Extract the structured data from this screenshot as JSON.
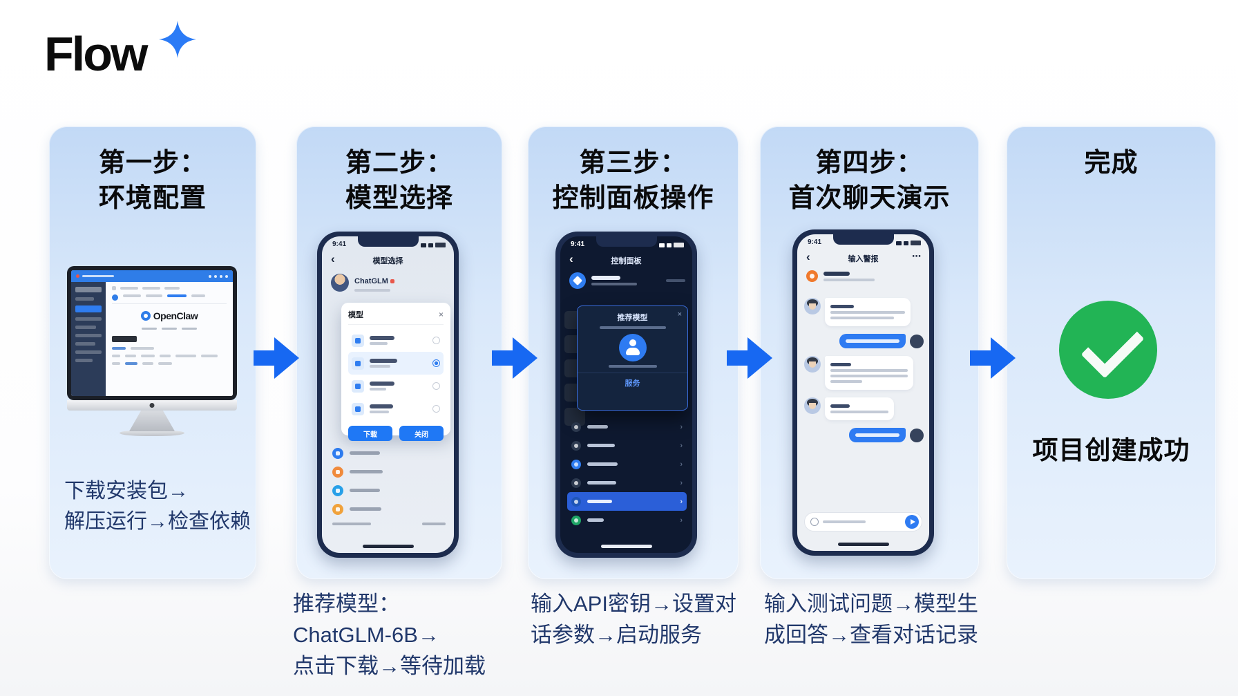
{
  "logo": {
    "text": "Flow"
  },
  "colors": {
    "accent_blue": "#1768f2",
    "button_blue": "#1f78f5",
    "bubble_blue": "#2e7bf2",
    "success_green": "#22b455",
    "card_gradient_top": "#c2d9f6",
    "card_gradient_bottom": "#e9f2fd",
    "phone_frame_navy": "#1d2c4e",
    "desc_text_navy": "#21386b"
  },
  "steps": [
    {
      "label": "第一步：",
      "name": "环境配置",
      "desc": [
        "下载安装包→",
        "解压运行→检查依赖"
      ]
    },
    {
      "label": "第二步：",
      "name": "模型选择",
      "desc": [
        "推荐模型：",
        "ChatGLM-6B→",
        "点击下载→等待加载"
      ]
    },
    {
      "label": "第三步：",
      "name": "控制面板操作",
      "desc": [
        "输入API密钥→设置对",
        "话参数→启动服务"
      ]
    },
    {
      "label": "第四步：",
      "name": "首次聊天演示",
      "desc": [
        "输入测试问题→模型生",
        "成回答→查看对话记录"
      ]
    },
    {
      "label": "完成",
      "success": "项目创建成功"
    }
  ],
  "desktop": {
    "brand": "OpenClaw"
  },
  "phones": {
    "time": "9:41",
    "back": "‹",
    "more": "⋯"
  },
  "phone2": {
    "nav_title": "模型选择",
    "user_name": "ChatGLM",
    "modal_title": "模型",
    "close": "×",
    "btn_left": "下载",
    "btn_right": "关闭"
  },
  "phone3": {
    "nav_title": "控制面板",
    "modal_title": "推荐模型",
    "close": "×",
    "action": "服务"
  },
  "phone4": {
    "nav_title": "输入警报"
  }
}
